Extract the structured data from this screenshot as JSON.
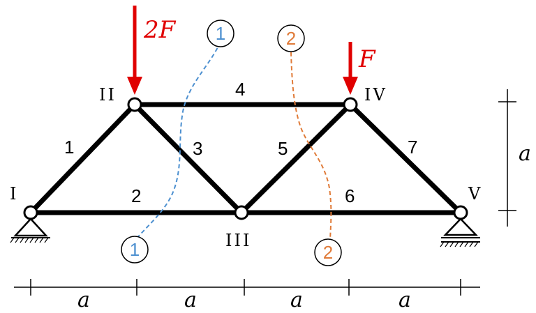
{
  "nodes": {
    "I": "I",
    "II": "II",
    "III": "III",
    "IV": "IV",
    "V": "V"
  },
  "members": [
    "1",
    "2",
    "3",
    "4",
    "5",
    "6",
    "7"
  ],
  "loads": {
    "node_II": "2F",
    "node_IV": "F"
  },
  "sections": {
    "section_1": "1",
    "section_2": "2"
  },
  "dimensions": {
    "spans": [
      "a",
      "a",
      "a",
      "a"
    ],
    "height": "a"
  },
  "colors": {
    "truss": "#000000",
    "load": "#e00000",
    "section_1": "#4d90d0",
    "section_2": "#e07b39"
  }
}
